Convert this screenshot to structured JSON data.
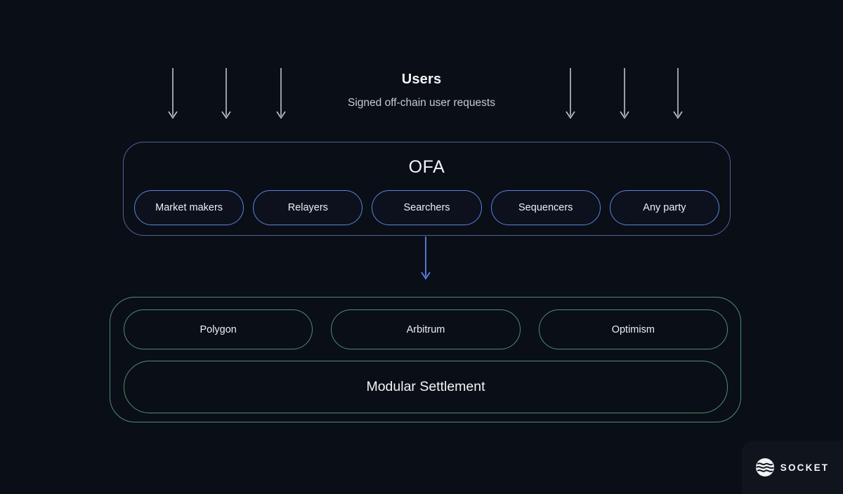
{
  "header": {
    "title": "Users",
    "subtitle": "Signed off-chain user requests"
  },
  "ofa": {
    "title": "OFA",
    "pills": [
      "Market makers",
      "Relayers",
      "Searchers",
      "Sequencers",
      "Any party"
    ]
  },
  "settlement": {
    "chains": [
      "Polygon",
      "Arbitrum",
      "Optimism"
    ],
    "label": "Modular Settlement"
  },
  "brand": {
    "name": "SOCKET",
    "logo": "socket-sphere-icon"
  },
  "colors": {
    "background": "#0a0e17",
    "ofa_box_border": "#4d6494",
    "ofa_pill_border": "#5f82dd",
    "connector_arrow": "#5f82e8",
    "settlement_border": "#4f8e6c",
    "user_arrow": "#bfc3c9",
    "text_primary": "#f4f5f7",
    "text_secondary": "#c6cad3",
    "brand_panel": "#0f141d"
  },
  "icons": {
    "user_flow_arrows_count": 6
  }
}
